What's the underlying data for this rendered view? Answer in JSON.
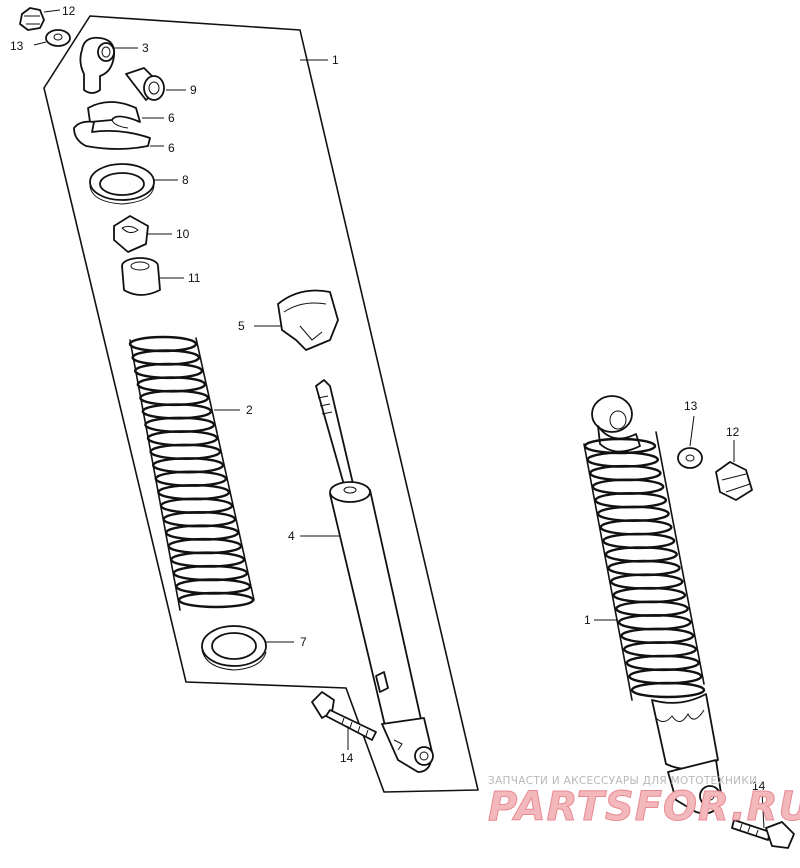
{
  "callouts": {
    "c1": "1",
    "c2": "2",
    "c3": "3",
    "c4": "4",
    "c5": "5",
    "c6a": "6",
    "c6b": "6",
    "c7": "7",
    "c8": "8",
    "c9": "9",
    "c10": "10",
    "c11": "11",
    "c12": "12",
    "c13": "13",
    "c14": "14",
    "r1": "1",
    "r12": "12",
    "r13": "13",
    "r14": "14"
  },
  "watermark": {
    "caption": "ЗАПЧАСТИ И АКСЕССУАРЫ ДЛЯ МОТОТЕХНИКИ",
    "brand": "PARTSFOR.RU"
  }
}
